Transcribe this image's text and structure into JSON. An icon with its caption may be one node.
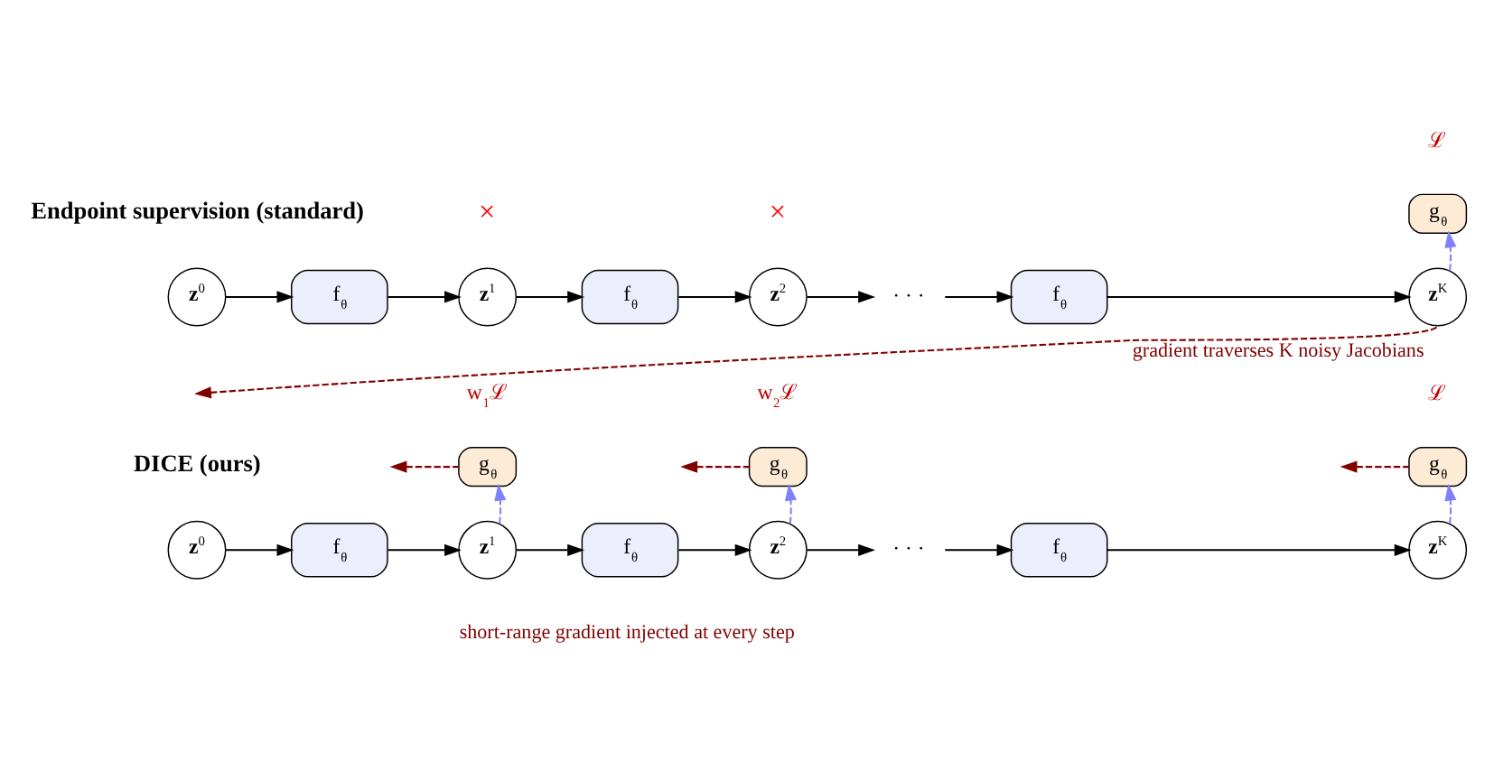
{
  "diagram": {
    "nodes": [
      {
        "text": [
          "z$^{0}$"
        ]
      },
      {
        "text": [
          "f$_{θ}$"
        ]
      },
      {
        "text": [
          "z$^{1}$"
        ]
      },
      {
        "text": [
          "f$_{θ}$"
        ]
      },
      {
        "text": [
          "z$^{2}$"
        ]
      },
      {
        "text": [
          "· · ·"
        ]
      },
      {
        "text": [
          "f$_{θ}$"
        ]
      },
      {
        "text": [
          "z$^{K}$"
        ]
      },
      {
        "text": [
          "g$_{θ}$"
        ],
        "beside": [
          "ℒ"
        ]
      },
      {
        "text": [
          "z$^{0}$"
        ]
      },
      {
        "text": [
          "f$_{θ}$"
        ]
      },
      {
        "text": [
          "z$^{1}$"
        ]
      },
      {
        "text": [
          "f$_{θ}$"
        ]
      },
      {
        "text": [
          "z$^{2}$"
        ]
      },
      {
        "text": [
          "· · ·"
        ]
      },
      {
        "text": [
          "f$_{θ}$"
        ]
      },
      {
        "text": [
          "z$^{K}$"
        ]
      },
      {
        "text": [
          "g$_{θ}$"
        ],
        "beside": [
          "w$_{1}$ℒ"
        ]
      },
      {
        "text": [
          "g$_{θ}$"
        ],
        "beside": [
          "w$_{2}$ℒ"
        ]
      },
      {
        "text": [
          "g$_{θ}$"
        ],
        "beside": [
          "ℒ"
        ]
      }
    ],
    "edges": [
      {
        "from": 0,
        "to": 1,
        "arrow": "to"
      },
      {
        "from": 1,
        "to": 2,
        "arrow": "to"
      },
      {
        "from": 2,
        "to": 3,
        "arrow": "to"
      },
      {
        "from": 3,
        "to": 4,
        "arrow": "to"
      },
      {
        "from": 4,
        "to": 5,
        "arrow": "to"
      },
      {
        "from": 5,
        "to": 6,
        "arrow": "to"
      },
      {
        "from": 6,
        "to": 7,
        "arrow": "to"
      },
      {
        "from": 7,
        "to": 8,
        "arrow": "to",
        "style": "dashed",
        "color": "#8080ff"
      },
      {
        "from": 7,
        "to": null,
        "arrow": "to",
        "style": "dashed",
        "color": "#800000",
        "label": "gradient traverses K noisy Jacobians"
      },
      {
        "from": 9,
        "to": 10,
        "arrow": "to"
      },
      {
        "from": 10,
        "to": 11,
        "arrow": "to"
      },
      {
        "from": 11,
        "to": 12,
        "arrow": "to"
      },
      {
        "from": 12,
        "to": 13,
        "arrow": "to"
      },
      {
        "from": 13,
        "to": 14,
        "arrow": "to"
      },
      {
        "from": 14,
        "to": 15,
        "arrow": "to"
      },
      {
        "from": 15,
        "to": 16,
        "arrow": "to"
      },
      {
        "from": 11,
        "to": 17,
        "arrow": "to",
        "style": "dashed",
        "color": "#8080ff"
      },
      {
        "from": 13,
        "to": 18,
        "arrow": "to",
        "style": "dashed",
        "color": "#8080ff"
      },
      {
        "from": 16,
        "to": 19,
        "arrow": "to",
        "style": "dashed",
        "color": "#8080ff"
      },
      {
        "from": 17,
        "to": null,
        "arrow": "to",
        "style": "dashed",
        "color": "#800000"
      },
      {
        "from": 18,
        "to": null,
        "arrow": "to",
        "style": "dashed",
        "color": "#800000"
      },
      {
        "from": 19,
        "to": null,
        "arrow": "to",
        "style": "dashed",
        "color": "#800000"
      }
    ],
    "labels": [
      "Endpoint supervision (standard)",
      "×",
      "×",
      "DICE (ours)",
      "short-range gradient injected at every step"
    ]
  }
}
